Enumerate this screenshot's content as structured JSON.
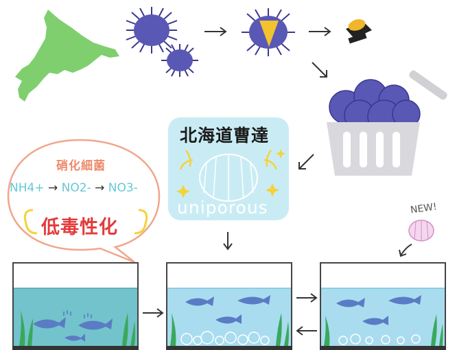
{
  "brand": {
    "title": "北海道曹達",
    "subtitle": "uniporous"
  },
  "bubble": {
    "title": "硝化細菌",
    "formula": {
      "nh4": "NH4+",
      "no2": "NO2-",
      "no3": "NO3-",
      "arrow": "→"
    },
    "highlight": "低毒性化"
  },
  "new_label": "NEW!",
  "colors": {
    "hokkaido": "#7fcf6f",
    "urchin": "#5a58b5",
    "tank_water": "#a9dcef",
    "tank_water_first": "#73c3cc",
    "fish": "#5a7cc4",
    "basket": "#d9d9dd",
    "plant": "#3aa85b"
  }
}
